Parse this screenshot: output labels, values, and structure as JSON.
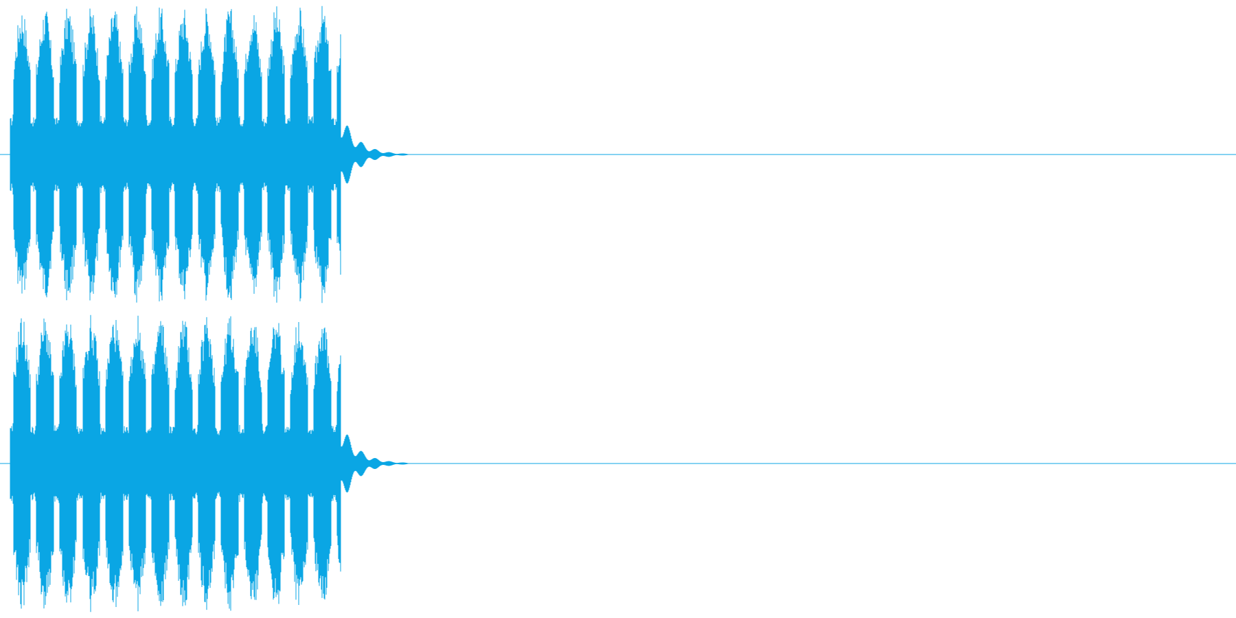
{
  "waveform": {
    "color": "#0aa6e4",
    "channels": [
      {
        "name": "channel-1"
      },
      {
        "name": "channel-2"
      }
    ],
    "envelope": {
      "burst_count": 14,
      "peak_amplitude": 0.98,
      "burst_period_fraction": 0.0187,
      "active_fraction": 0.276,
      "tail_end_fraction": 0.33
    }
  }
}
